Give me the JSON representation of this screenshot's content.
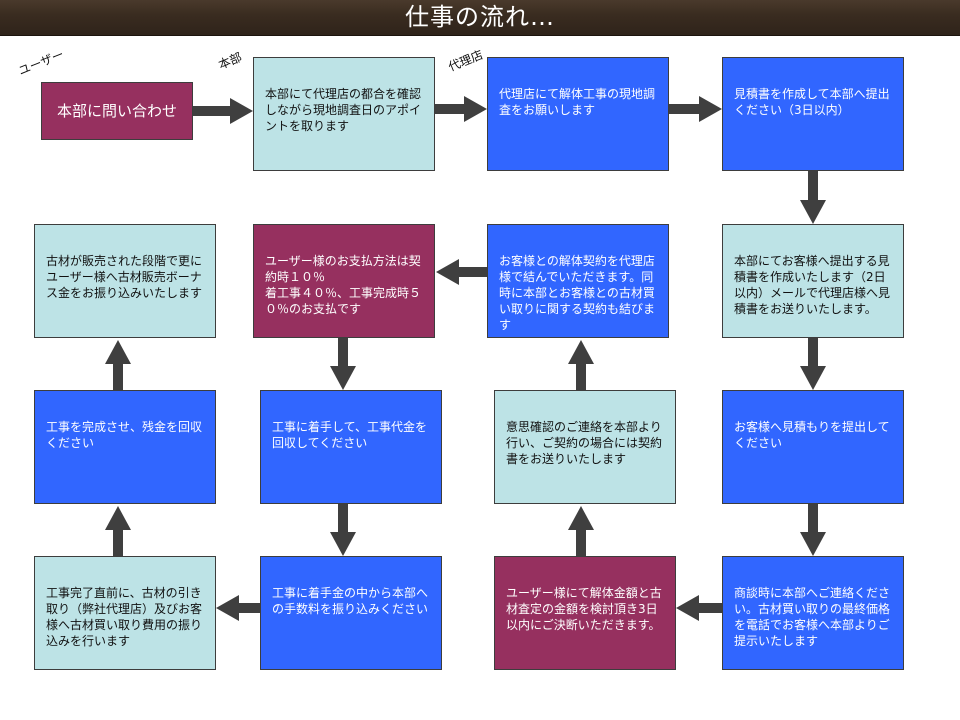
{
  "title": "仕事の流れ…",
  "roles": {
    "user": "ユーザー",
    "hq": "本部",
    "agency": "代理店"
  },
  "steps": [
    {
      "id": "s1",
      "text": "本部に問い合わせ",
      "style": "purple"
    },
    {
      "id": "s2",
      "text": "本部にて代理店の都合を確認しながら現地調査日のアポイントを取ります",
      "style": "light"
    },
    {
      "id": "s3",
      "text": "代理店にて解体工事の現地調査をお願いします",
      "style": "blue"
    },
    {
      "id": "s4",
      "text": "見積書を作成して本部へ提出ください（3日以内）",
      "style": "blue"
    },
    {
      "id": "s5",
      "text": "本部にてお客様へ提出する見積書を作成いたします（2日以内）メールで代理店様へ見積書をお送りいたします。",
      "style": "light"
    },
    {
      "id": "s6",
      "text": "お客様へ見積もりを提出してください",
      "style": "blue"
    },
    {
      "id": "s7",
      "text": "商談時に本部へご連絡ください。古材買い取りの最終価格を電話でお客様へ本部よりご提示いたします",
      "style": "blue"
    },
    {
      "id": "s8",
      "text": "ユーザー様にて解体金額と古材査定の金額を検討頂き3日以内にご決断いただきます。",
      "style": "purple"
    },
    {
      "id": "s9",
      "text": "意思確認のご連絡を本部より行い、ご契約の場合には契約書をお送りいたします",
      "style": "light"
    },
    {
      "id": "s10",
      "text": "お客様との解体契約を代理店様で結んでいただきます。同時に本部とお客様との古材買い取りに関する契約も結びます",
      "style": "blue"
    },
    {
      "id": "s11",
      "text": "ユーザー様のお支払方法は契約時１０％\n着工事４０％、工事完成時５０％のお支払です",
      "style": "purple"
    },
    {
      "id": "s12",
      "text": "工事に着手して、工事代金を回収してください",
      "style": "blue"
    },
    {
      "id": "s13",
      "text": "工事に着手金の中から本部への手数料を振り込みください",
      "style": "blue"
    },
    {
      "id": "s14",
      "text": "工事完了直前に、古材の引き取り（弊社代理店）及びお客様へ古材買い取り費用の振り込みを行います",
      "style": "light"
    },
    {
      "id": "s15",
      "text": "工事を完成させ、残金を回収ください",
      "style": "blue"
    },
    {
      "id": "s16",
      "text": "古材が販売された段階で更にユーザー様へ古材販売ボーナス金をお振り込みいたします",
      "style": "light"
    }
  ],
  "colors": {
    "blue": "#3166ff",
    "light": "#bde3e6",
    "purple": "#96305f",
    "arrow": "#3f3f3f"
  }
}
